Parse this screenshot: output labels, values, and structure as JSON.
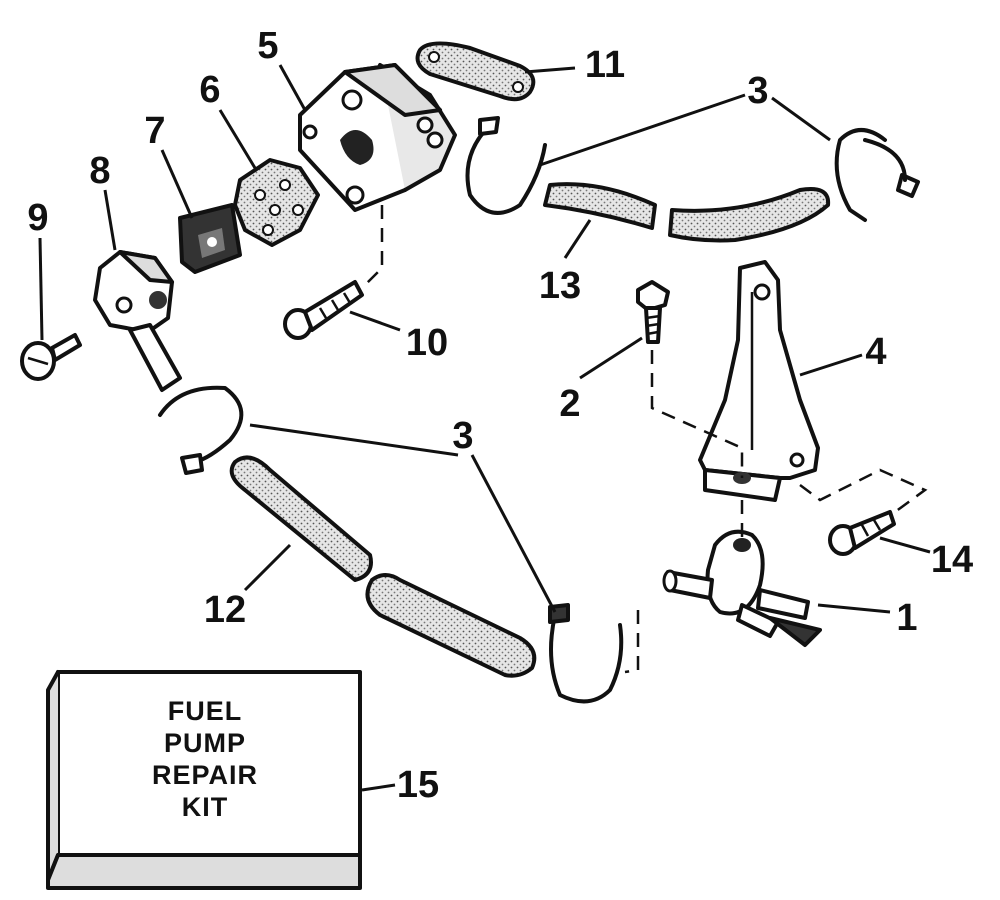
{
  "callouts": {
    "c1": "1",
    "c2": "2",
    "c3a": "3",
    "c3b": "3",
    "c4": "4",
    "c5": "5",
    "c6": "6",
    "c7": "7",
    "c8": "8",
    "c9": "9",
    "c10": "10",
    "c11": "11",
    "c12": "12",
    "c13": "13",
    "c14": "14",
    "c15": "15"
  },
  "kit_box": {
    "line1": "FUEL",
    "line2": "PUMP",
    "line3": "REPAIR",
    "line4": "KIT"
  }
}
